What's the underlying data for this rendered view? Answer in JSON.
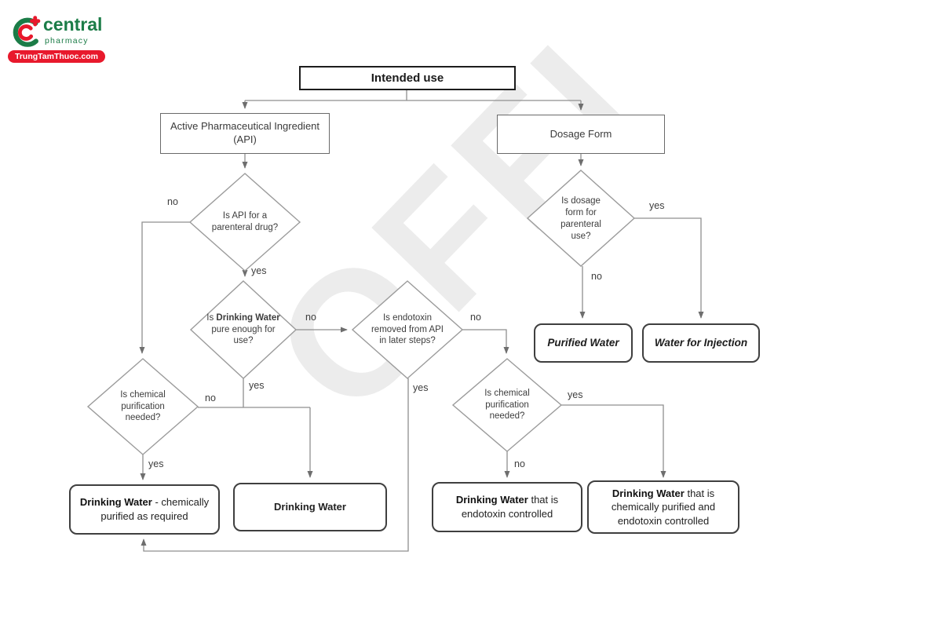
{
  "logo": {
    "brand": "central",
    "sub": "pharmacy",
    "badge": "TrungTamThuoc.com",
    "green": "#1b7c47",
    "red": "#e8192c"
  },
  "watermark": {
    "text": "OFFI"
  },
  "flowchart": {
    "nodes": {
      "intended_use": {
        "label": "Intended use"
      },
      "api": {
        "label": "Active Pharmaceutical Ingredient (API)"
      },
      "dosage_form": {
        "label": "Dosage Form"
      },
      "api_parenteral": {
        "label": "Is API for a parenteral drug?"
      },
      "dosage_parenteral": {
        "label": "Is dosage form for parenteral use?"
      },
      "dw_pure": {
        "pre": "Is ",
        "bold": "Drinking Water",
        "post": " pure enough for use?"
      },
      "endotoxin": {
        "label": "Is endotoxin removed from API in later steps?"
      },
      "chem_left": {
        "label": "Is chemical purification needed?"
      },
      "chem_right": {
        "label": "Is chemical purification needed?"
      },
      "purified_water": {
        "label": "Purified Water"
      },
      "water_for_injection": {
        "label": "Water for Injection"
      },
      "dw_chem": {
        "bold": "Drinking Water",
        "rest": " - chemically purified as required"
      },
      "dw": {
        "bold": "Drinking Water"
      },
      "dw_endo": {
        "bold": "Drinking Water",
        "rest": " that is endotoxin controlled"
      },
      "dw_chem_endo": {
        "bold": "Drinking Water",
        "rest": " that is chemically purified and endotoxin controlled"
      }
    },
    "edge_labels": {
      "api_no": "no",
      "api_yes": "yes",
      "dwpure_no": "no",
      "dwpure_yes": "yes",
      "endo_no": "no",
      "endo_yes": "yes",
      "cheml_no": "no",
      "cheml_yes": "yes",
      "chemr_yes": "yes",
      "chemr_no": "no",
      "dosage_yes": "yes",
      "dosage_no": "no"
    }
  }
}
